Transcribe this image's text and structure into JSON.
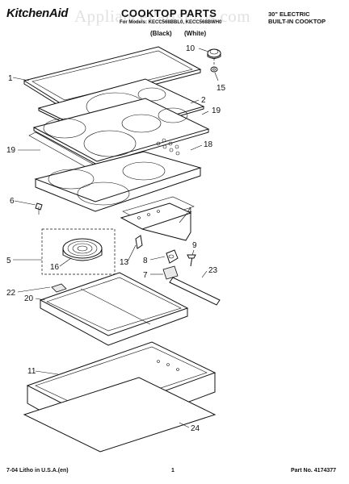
{
  "header": {
    "brand": "KitchenAid",
    "title": "COOKTOP PARTS",
    "subline": "For Models: KECC568BBL0, KECC568BWH0",
    "color_black": "(Black)",
    "color_white": "(White)",
    "model_desc_line1": "30\" ELECTRIC",
    "model_desc_line2": "BUILT-IN COOKTOP",
    "watermark": "AppliancePartsPros.com"
  },
  "callouts": [
    "1",
    "2",
    "4",
    "5",
    "6",
    "7",
    "8",
    "9",
    "10",
    "11",
    "13",
    "15",
    "16",
    "18",
    "19",
    "19",
    "20",
    "22",
    "23",
    "24"
  ],
  "footer": {
    "litho": "7-04 Litho in U.S.A.(en)",
    "page": "1",
    "part_no": "Part No. 4174377"
  }
}
